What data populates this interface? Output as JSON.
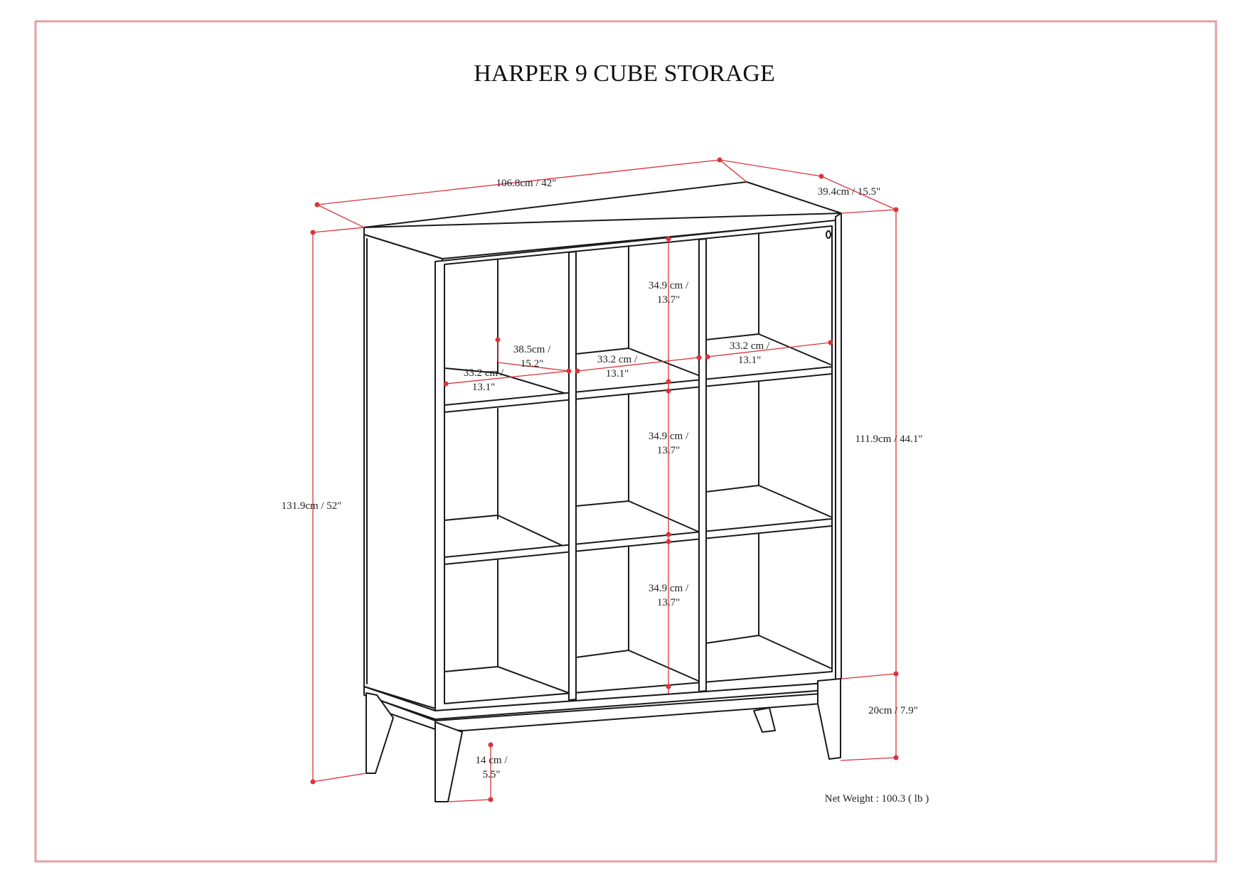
{
  "title": "HARPER 9 CUBE STORAGE",
  "dimensions": {
    "overall_width": "106.8cm / 42\"",
    "overall_depth": "39.4cm / 15.5\"",
    "overall_height": "131.9cm / 52\"",
    "body_height": "111.9cm / 44.1\"",
    "leg_height": "20cm / 7.9\"",
    "leg_width_line1": "14 cm /",
    "leg_width_line2": "5.5\"",
    "cube_height_line1": "34.9 cm /",
    "cube_height_line2": "13.7\"",
    "cube_width_line1": "33.2 cm /",
    "cube_width_line2": "13.1\"",
    "cube_depth_line1": "38.5cm /",
    "cube_depth_line2": "15.2\""
  },
  "net_weight": "Net Weight : 100.3 ( lb )",
  "colors": {
    "frame": "#e6a0a3",
    "dimension_lines": "#d9343a",
    "ink": "#1a1a1a"
  }
}
